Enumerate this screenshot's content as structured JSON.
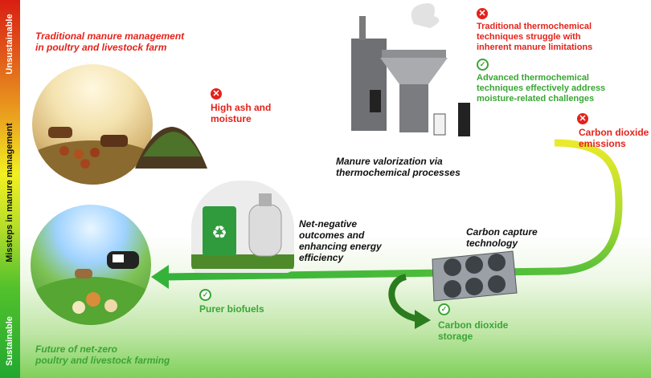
{
  "side_labels": {
    "top": "Unsustainable",
    "middle": "Missteps in manure management",
    "bottom": "Sustainable"
  },
  "texts": {
    "traditional_farm_line1": "Traditional manure management",
    "traditional_farm_line2": "in poultry and livestock farm",
    "high_ash_line1": "High ash and",
    "high_ash_line2": "moisture",
    "traditional_thermo_line1": "Traditional thermochemical",
    "traditional_thermo_line2": "techniques struggle with",
    "traditional_thermo_line3": "inherent manure limitations",
    "advanced_thermo_line1": "Advanced thermochemical",
    "advanced_thermo_line2": "techniques effectively address",
    "advanced_thermo_line3": "moisture-related challenges",
    "co2_emissions_line1": "Carbon dioxide",
    "co2_emissions_line2": "emissions",
    "valorization_line1": "Manure valorization via",
    "valorization_line2": "thermochemical processes",
    "net_negative_line1": "Net-negative",
    "net_negative_line2": "outcomes and",
    "net_negative_line3": "enhancing energy",
    "net_negative_line4": "efficiency",
    "carbon_capture_line1": "Carbon capture",
    "carbon_capture_line2": "technology",
    "purer_biofuels": "Purer biofuels",
    "co2_storage_line1": "Carbon dioxide",
    "co2_storage_line2": "storage",
    "future_line1": "Future of net-zero",
    "future_line2": "poultry and livestock farming"
  },
  "icons": {
    "cross": "✕",
    "check": "✓"
  },
  "colors": {
    "warning_red": "#e4221a",
    "positive_green": "#3aa535",
    "flow_dark": "#1b1b1b",
    "flow_yellow": "#e8e82a",
    "flow_green": "#35b23a"
  }
}
